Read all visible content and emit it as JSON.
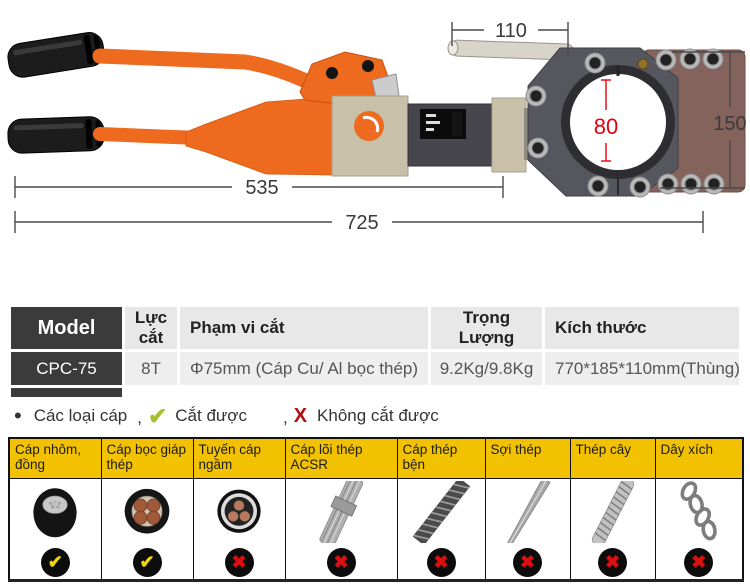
{
  "product": {
    "dimensions": {
      "top_handle": "110",
      "head_height": "150",
      "opening": "80",
      "body_length": "535",
      "total_length": "725"
    }
  },
  "spec_table": {
    "headers": [
      "Model",
      "Lực cắt",
      "Phạm vi cắt",
      "Trọng Lượng",
      "Kích thước"
    ],
    "row": [
      "CPC-75",
      "8T",
      "Φ75mm (Cáp Cu/ Al bọc thép)",
      "9.2Kg/9.8Kg",
      "770*185*110mm(Thùng)"
    ]
  },
  "legend": {
    "bullet": "•",
    "cables_label": "Các loại cáp",
    "comma": ",",
    "check_symbol": "✔",
    "check_label": "Cắt được",
    "x_symbol": "X",
    "x_label": "Không cắt được"
  },
  "cable_table": {
    "check_mark": "✔",
    "x_mark": "✖",
    "columns": [
      {
        "label": "Cáp nhôm, đồng",
        "cuttable": "yes"
      },
      {
        "label": "Cáp bọc giáp thép",
        "cuttable": "yes"
      },
      {
        "label": "Tuyến cáp ngầm",
        "cuttable": "no"
      },
      {
        "label": "Cáp lõi thép ACSR",
        "cuttable": "no"
      },
      {
        "label": "Cáp thép bện",
        "cuttable": "no"
      },
      {
        "label": "Sợi thép",
        "cuttable": "no"
      },
      {
        "label": "Thép cây",
        "cuttable": "no"
      },
      {
        "label": "Dây xích",
        "cuttable": "no"
      }
    ]
  },
  "colors": {
    "accent_orange": "#ED6A1E",
    "header_yellow": "#F2C200",
    "table_dark": "#3B3B3B",
    "dimension_red": "#E8000D"
  }
}
